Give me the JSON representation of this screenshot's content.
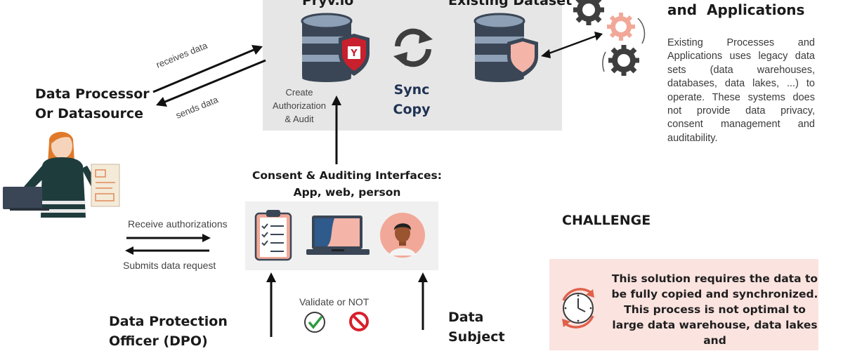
{
  "central": {
    "pryv_title": "Pryv.io",
    "existing_title": "Existing Dataset",
    "create_caption": [
      "Create",
      "Authorization",
      "& Audit"
    ],
    "sync_label": [
      "Sync",
      "Copy"
    ]
  },
  "processes": {
    "title": "and  Applications",
    "description": "Existing Processes and Applications uses legacy data sets (data warehouses, databases, data lakes, ...) to operate. These systems does not provide data privacy, consent management and auditability."
  },
  "processor": {
    "title_line1": "Data Processor",
    "title_line2": "Or Datasource",
    "receives_label": "receives data",
    "sends_label": "sends data"
  },
  "interfaces": {
    "title_line1": "Consent & Auditing Interfaces:",
    "title_line2": "App, web, person"
  },
  "requests": {
    "receive_label": "Receive authorizations",
    "submit_label": "Submits data request"
  },
  "validation": {
    "label": "Validate or NOT"
  },
  "dpo": {
    "title_line1": "Data Protection",
    "title_line2": "Officer (DPO)"
  },
  "subject": {
    "title_line1": "Data",
    "title_line2": "Subject"
  },
  "challenge": {
    "heading": "CHALLENGE",
    "text": "This solution requires the data to be fully copied and synchronized. This process is not optimal to large data warehouse, data lakes and"
  },
  "colors": {
    "grey_panel": "#e6e6e6",
    "db_dark": "#3a4656",
    "db_light": "#7f92a8",
    "shield_red": "#c8202c",
    "shield_pink": "#f4b4a8",
    "salmon": "#f2a898",
    "sync_text": "#1f3253",
    "challenge_bg": "#fbe3df"
  },
  "icons": [
    "database-icon",
    "shield-y-icon",
    "sync-arrows-icon",
    "gears-icon",
    "checklist-icon",
    "laptop-icon",
    "person-avatar-icon",
    "check-circle-icon",
    "prohibited-icon",
    "clock-cycle-icon"
  ]
}
